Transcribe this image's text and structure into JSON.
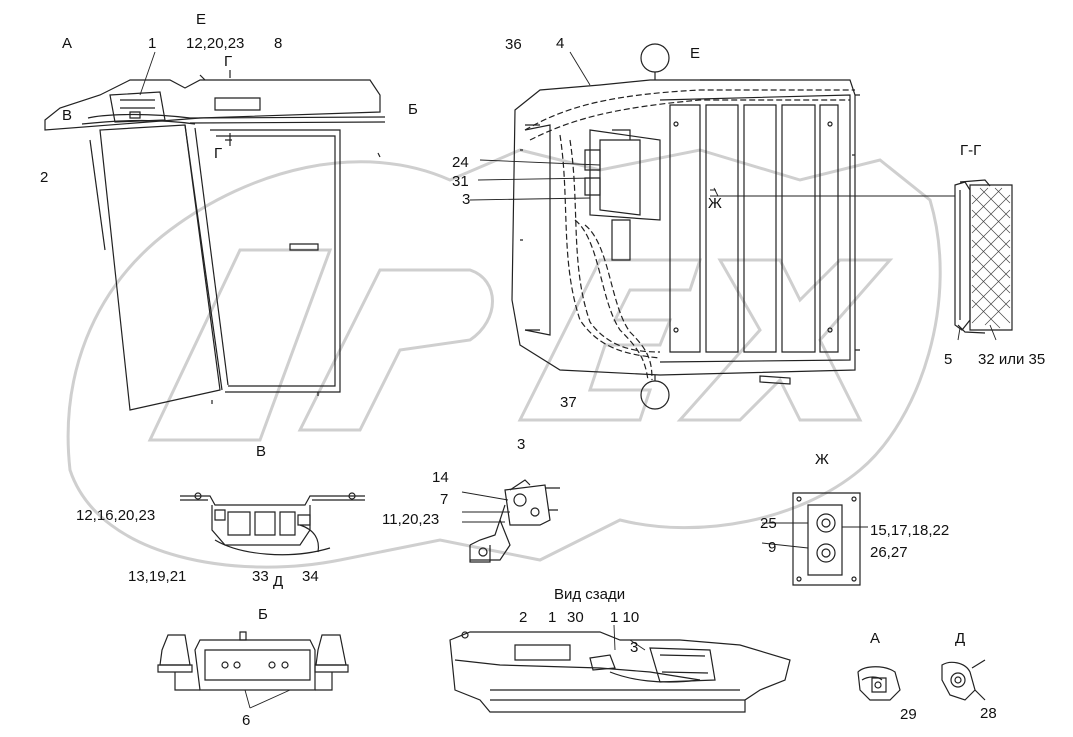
{
  "labels": {
    "view_a_top": "А",
    "callout_1_top": "1",
    "view_e_top": "Е",
    "callout_12_20_23_top": "12,20,23",
    "callout_8": "8",
    "section_g_top": "Г",
    "section_b_right": "Б",
    "section_v_left": "В",
    "section_g_mid": "Г",
    "callout_2": "2",
    "callout_36": "36",
    "callout_4": "4",
    "view_e_right": "Е",
    "callout_24": "24",
    "callout_31": "31",
    "callout_3_mid": "3",
    "view_zh_arrow": "Ж",
    "section_gg": "Г-Г",
    "callout_5": "5",
    "callout_32_35": "32 или 35",
    "callout_37": "37",
    "callout_3_low": "3",
    "view_v": "В",
    "view_zh": "Ж",
    "callout_14": "14",
    "callout_7": "7",
    "callout_11_20_23": "11,20,23",
    "callout_12_16_20_23": "12,16,20,23",
    "callout_13_19_21": "13,19,21",
    "callout_33": "33",
    "view_d_mid": "Д",
    "callout_34": "34",
    "callout_25": "25",
    "callout_9": "9",
    "callout_15_17_18_22": "15,17,18,22",
    "callout_26_27": "26,27",
    "view_b_bottom": "Б",
    "callout_6": "6",
    "rear_view": "Вид сзади",
    "callout_2_rear": "2",
    "callout_1_rear": "1",
    "callout_30": "30",
    "callout_1_10": "1 10",
    "callout_3_rear": "3",
    "view_a_bottom": "А",
    "view_d_bottom": "Д",
    "callout_29": "29",
    "callout_28": "28"
  },
  "colors": {
    "line": "#222222",
    "watermark": "#cfcfcf"
  }
}
